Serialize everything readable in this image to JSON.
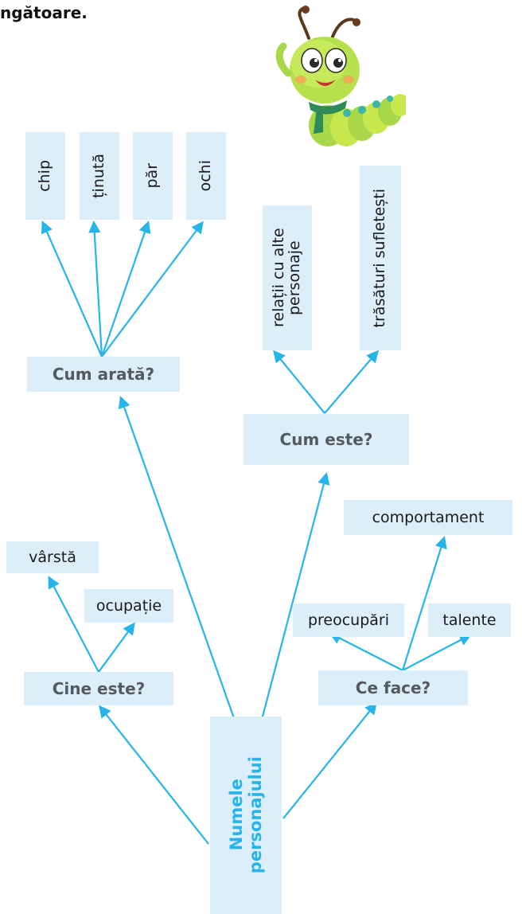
{
  "header": {
    "text": "ngătoare."
  },
  "root": {
    "label_line1": "Numele",
    "label_line2": "personajului"
  },
  "branches": {
    "cum_arata": {
      "label": "Cum arată?",
      "children": [
        "chip",
        "ținută",
        "păr",
        "ochi"
      ]
    },
    "cum_este": {
      "label": "Cum este?",
      "children": [
        "relații cu alte personaje",
        "trăsături sufletești"
      ]
    },
    "cine_este": {
      "label": "Cine este?",
      "children": [
        "vârstă",
        "ocupație"
      ]
    },
    "ce_face": {
      "label": "Ce face?",
      "children": [
        "preocupări",
        "talente",
        "comportament"
      ]
    }
  },
  "colors": {
    "arrow": "#26b4ea",
    "box_fill": "#ddeefb",
    "root_text": "#26b4ea",
    "branch_text": "#555a60"
  },
  "illustration": {
    "icon": "caterpillar-mascot"
  }
}
